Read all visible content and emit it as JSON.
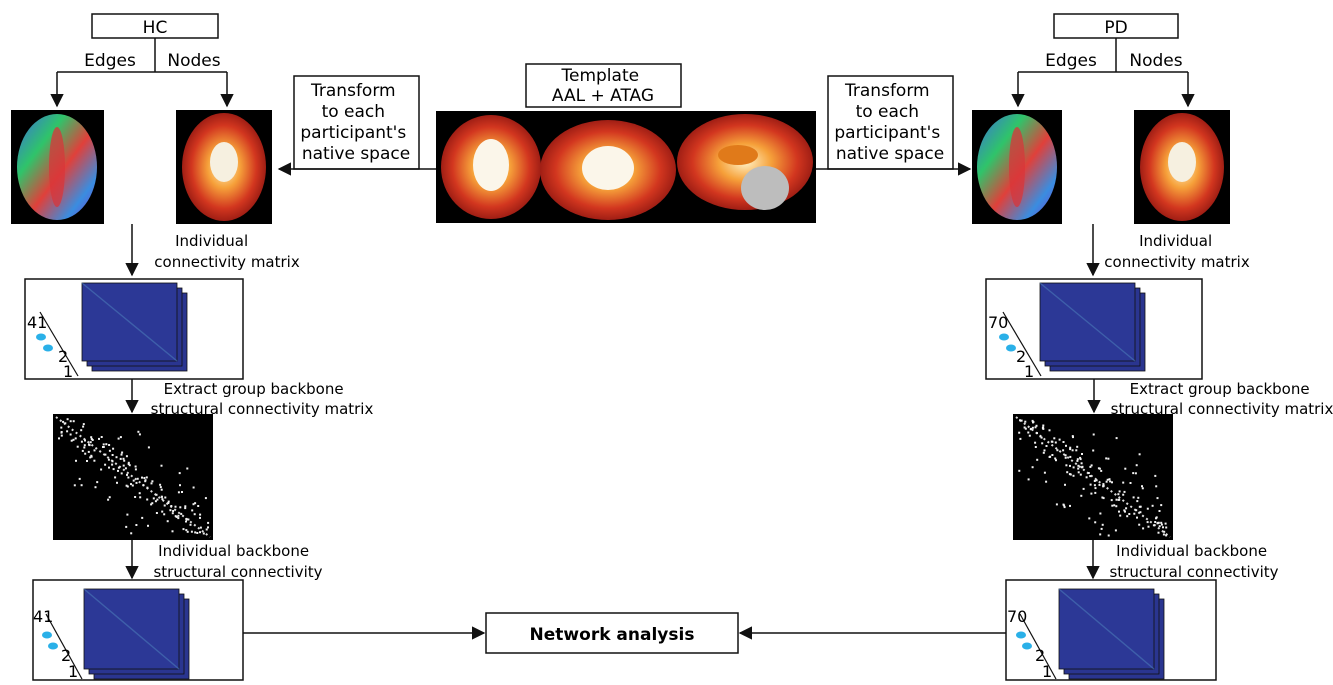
{
  "groups": {
    "hc": {
      "label": "HC",
      "edges": "Edges",
      "nodes": "Nodes",
      "transform": [
        "Transform",
        "to each",
        "participant's",
        "native space"
      ],
      "individual_matrix": [
        "Individual",
        "connectivity matrix"
      ],
      "count": "41",
      "stack_two": "2",
      "stack_one": "1",
      "extract_backbone": [
        "Extract group backbone",
        "structural connectivity matrix"
      ],
      "individual_backbone": [
        "Individual backbone",
        "structural connectivity"
      ]
    },
    "pd": {
      "label": "PD",
      "edges": "Edges",
      "nodes": "Nodes",
      "transform": [
        "Transform",
        "to each",
        "participant's",
        "native space"
      ],
      "individual_matrix": [
        "Individual",
        "connectivity matrix"
      ],
      "count": "70",
      "stack_two": "2",
      "stack_one": "1",
      "extract_backbone": [
        "Extract group backbone",
        "structural connectivity matrix"
      ],
      "individual_backbone": [
        "Individual backbone",
        "structural connectivity"
      ]
    }
  },
  "template": {
    "line1": "Template",
    "line2": "AAL + ATAG"
  },
  "network_analysis": "Network analysis",
  "colors": {
    "matrix_blue": "#2a3590",
    "brain_red": "#c0281c",
    "brain_orange": "#f08a1c",
    "dot_cyan": "#2ab0e8",
    "line": "#111111"
  }
}
